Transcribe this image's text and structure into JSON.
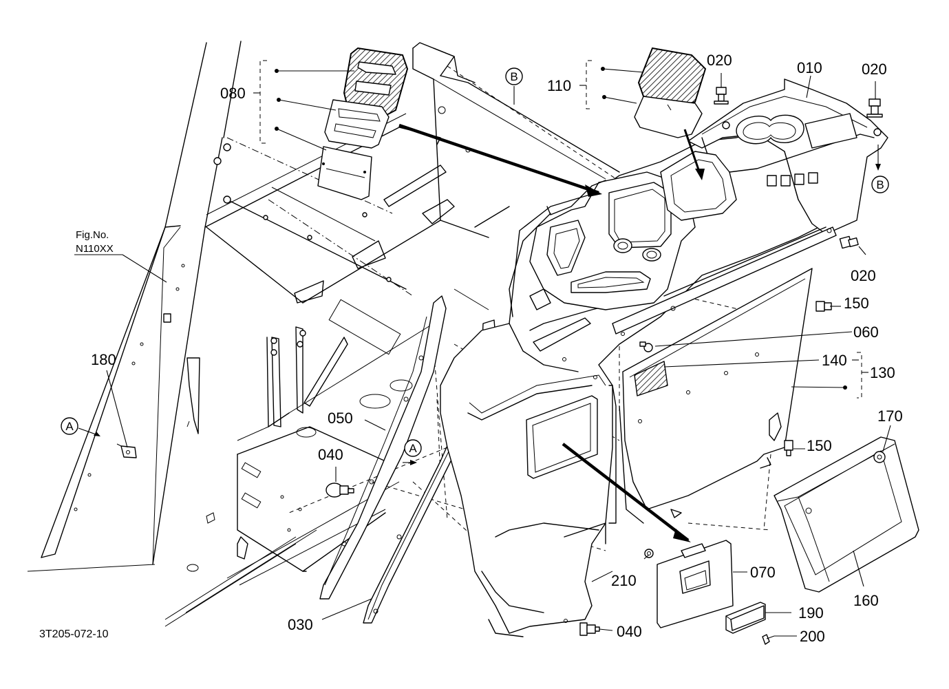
{
  "labels": {
    "p010": "010",
    "p020a": "020",
    "p020b": "020",
    "p020c": "020",
    "p030": "030",
    "p040a": "040",
    "p040b": "040",
    "p050": "050",
    "p060": "060",
    "p070": "070",
    "p080": "080",
    "p110": "110",
    "p130": "130",
    "p140": "140",
    "p150a": "150",
    "p150b": "150",
    "p160": "160",
    "p170": "170",
    "p180": "180",
    "p190": "190",
    "p200": "200",
    "p210": "210"
  },
  "refs": {
    "a1": "A",
    "a2": "A",
    "b1": "B",
    "b2": "B"
  },
  "fig": {
    "line1": "Fig.No.",
    "line2": "N110XX"
  },
  "drawing_code": "3T205-072-10"
}
